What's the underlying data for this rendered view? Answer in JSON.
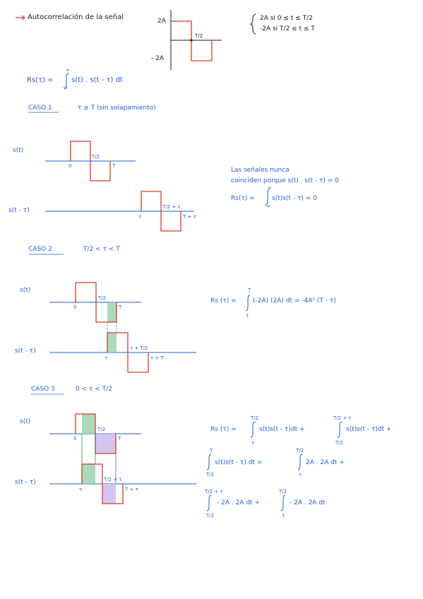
{
  "header": {
    "title": "Autocorrelación de la señal",
    "axis_pos": "2A",
    "axis_neg": "- 2A",
    "tick_half": "T/2",
    "piece1": "2A  si   0 ≤ t ≤ T/2",
    "piece2": "-2A  si   T/2 ≤ t ≤ T"
  },
  "definition": {
    "lhs": "Rs(τ) =",
    "upper": "∞",
    "integrand": "s(t) . s(t - τ) dt",
    "lower": "-∞"
  },
  "case1": {
    "label": "CASO 1",
    "cond": "τ ≥ T  (sin solapamiento)",
    "s_label": "s(t)",
    "s_shift_label": "s(t - τ)",
    "t0": "0",
    "t_half": "T/2",
    "t_T": "T",
    "tau": "τ",
    "tau_half": "T/2 + τ",
    "tau_T": "T + τ",
    "note1": "Las señales nunca",
    "note2": "coinciden porque  s(t) . s(t - τ) = 0",
    "eq_lhs": "Rs(τ) =",
    "eq_upper": "∞",
    "eq_body": "s(t)s(t - τ) = 0",
    "eq_lower": "-∞"
  },
  "case2": {
    "label": "CASO 2",
    "cond": "T/2 < τ < T",
    "s_label": "s(t)",
    "s_shift_label": "s(t - τ)",
    "t0": "0",
    "t_half": "T/2",
    "t_T": "T",
    "tau": "τ",
    "tau_half": "τ + T/2",
    "tau_T": "τ + T",
    "eq_lhs": "Rs (τ) =",
    "eq_upper": "T",
    "eq_body": "(-2A) (2A) dt  =  -4A² (T - τ)",
    "eq_lower": "τ"
  },
  "case3": {
    "label": "CASO 3",
    "cond": "0 < τ < T/2",
    "s_label": "s(t)",
    "s_shift_label": "s(t - τ)",
    "t0": "0",
    "t_half": "T/2",
    "t_T": "T",
    "tau": "τ",
    "tau_half": "T/2 + τ",
    "tau_T": "T + τ",
    "line1": {
      "lhs": "Rs (τ) =",
      "int1_upper": "T/2",
      "int1_lower": "τ",
      "body1": "s(t)s(t - τ)dt  +",
      "int2_upper": "T/2 + τ",
      "int2_lower": "T/2",
      "body2": "s(t)s(t - τ)dt +"
    },
    "line2": {
      "int1_upper": "T",
      "int1_lower": "T/2",
      "body1": "s(t)s(t - τ) dt  =",
      "int2_upper": "T/2",
      "int2_lower": "τ",
      "body2": "2A . 2A dt   +"
    },
    "line3": {
      "int1_upper": "T/2 + τ",
      "int1_lower": "T/2",
      "body1": "- 2A . 2A dt  +",
      "int2_upper": "T/2",
      "int2_lower": "τ",
      "body2": "- 2A . 2A dt"
    }
  },
  "colors": {
    "pen": "#1f5fd6",
    "signal": "#d93a25",
    "axis": "#1a1a1a",
    "overlap_green": "#9ad3b0",
    "overlap_purple": "#cdbcf0"
  }
}
